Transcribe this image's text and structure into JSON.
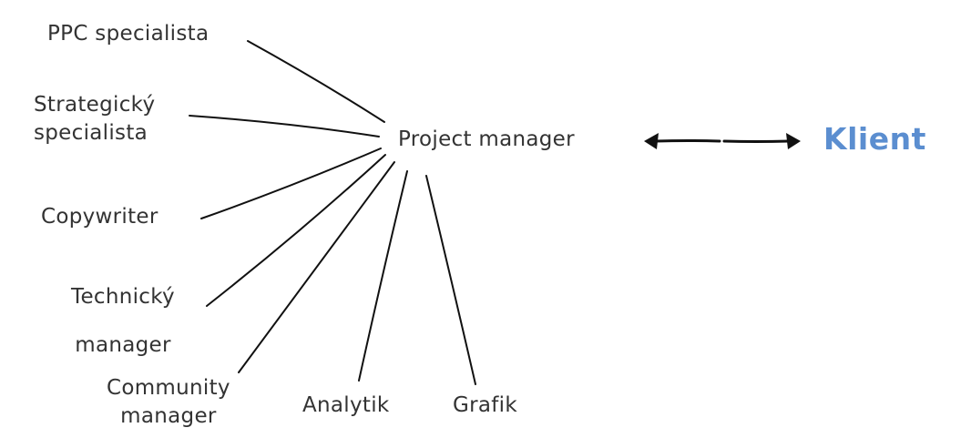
{
  "center": {
    "label": "Project manager"
  },
  "client": {
    "label": "Klient",
    "color": "#5b8ed0"
  },
  "roles": [
    {
      "lines": [
        "PPC specialista"
      ]
    },
    {
      "lines": [
        "Strategický",
        "specialista"
      ]
    },
    {
      "lines": [
        "Copywriter"
      ]
    },
    {
      "lines": [
        "Technický",
        "manager"
      ]
    },
    {
      "lines": [
        "Community",
        "manager"
      ]
    },
    {
      "lines": [
        "Analytik"
      ]
    },
    {
      "lines": [
        "Grafik"
      ]
    }
  ],
  "text_color": "#333333",
  "line_color": "#111111"
}
